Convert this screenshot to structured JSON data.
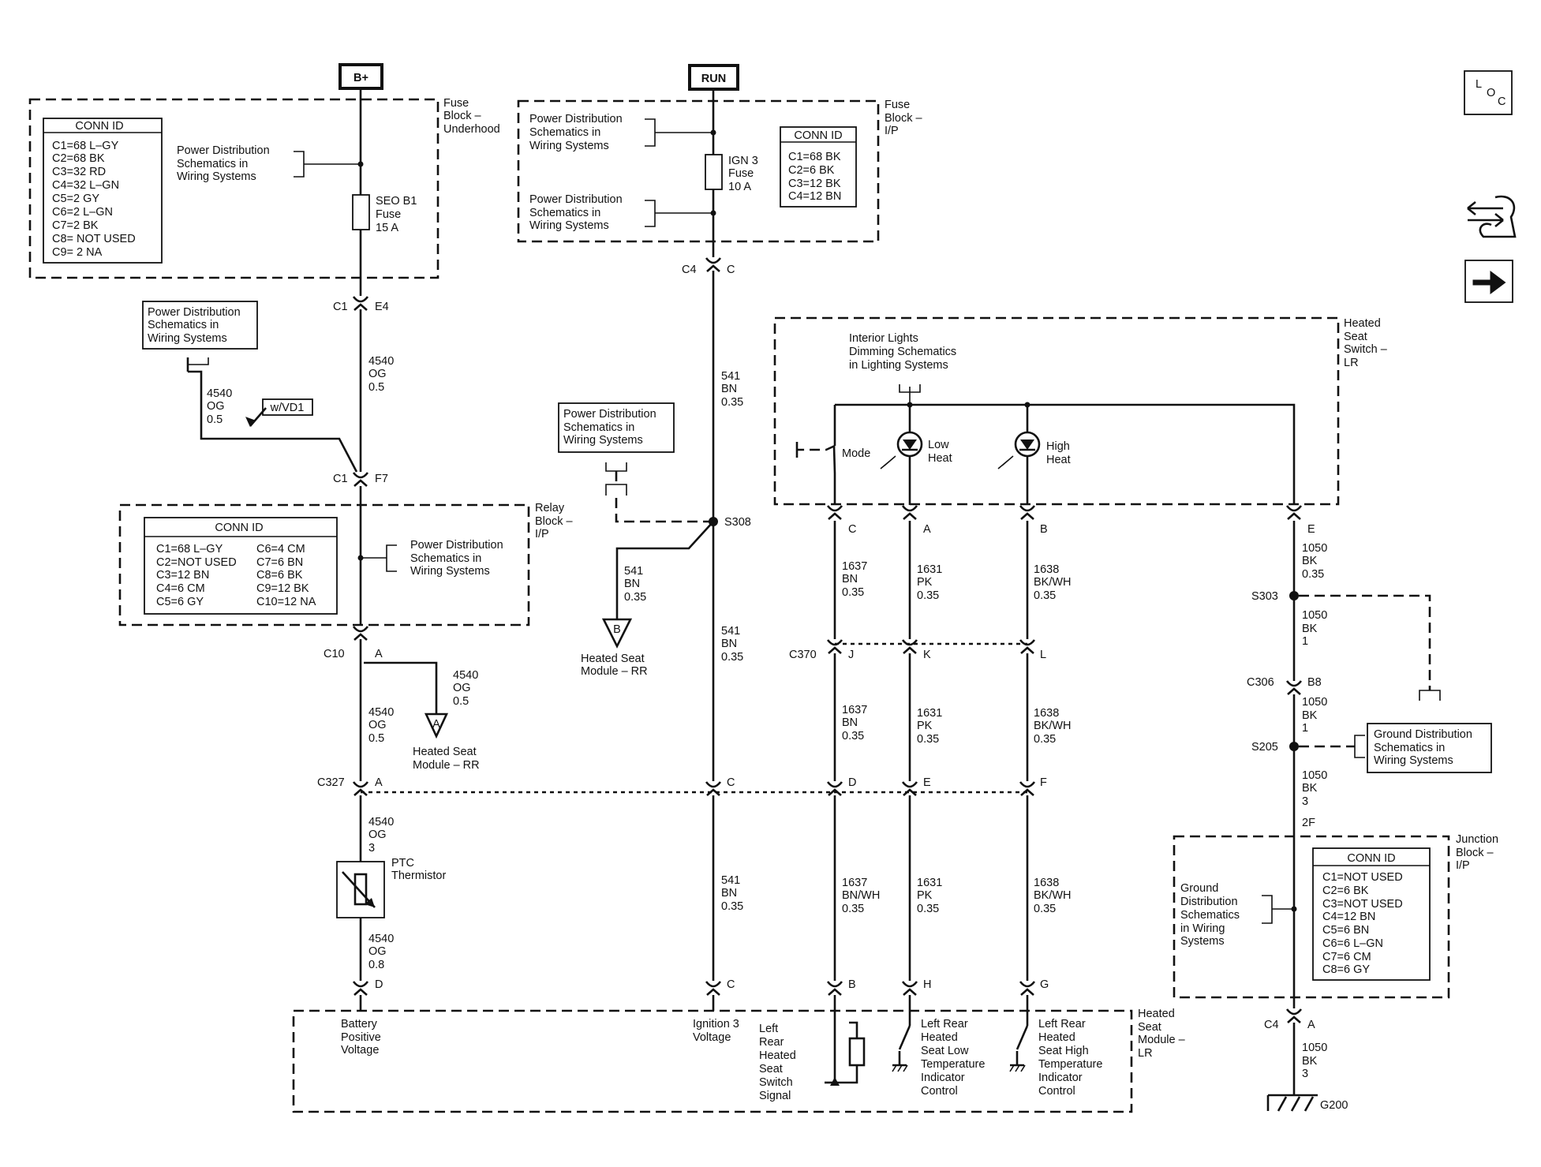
{
  "sources": {
    "bplus": "B+",
    "run": "RUN"
  },
  "loc": {
    "l": "L",
    "o": "O",
    "c": "C"
  },
  "blocks": {
    "fuse_underhood": [
      "Fuse",
      "Block –",
      "Underhood"
    ],
    "fuse_ip": [
      "Fuse",
      "Block –",
      "I/P"
    ],
    "relay_ip": [
      "Relay",
      "Block –",
      "I/P"
    ],
    "heated_seat_switch": [
      "Heated",
      "Seat",
      "Switch –",
      "LR"
    ],
    "junction_ip": [
      "Junction",
      "Block –",
      "I/P"
    ],
    "heated_seat_module": [
      "Heated",
      "Seat",
      "Module –",
      "LR"
    ]
  },
  "conn_tables": {
    "underhood": {
      "title": "CONN ID",
      "rows": [
        "C1=68 L–GY",
        "C2=68 BK",
        "C3=32 RD",
        "C4=32 L–GN",
        "C5=2 GY",
        "C6=2 L–GN",
        "C7=2 BK",
        "C8= NOT USED",
        "C9= 2 NA"
      ]
    },
    "fuse_ip": {
      "title": "CONN ID",
      "rows": [
        "C1=68 BK",
        "C2=6 BK",
        "C3=12 BK",
        "C4=12 BN"
      ]
    },
    "relay_ip": {
      "title": "CONN ID",
      "left": [
        "C1=68 L–GY",
        "C2=NOT USED",
        "C3=12 BN",
        "C4=6 CM",
        "C5=6 GY"
      ],
      "right": [
        "C6=4 CM",
        "C7=6 BN",
        "C8=6 BK",
        "C9=12 BK",
        "C10=12 NA"
      ]
    },
    "junction_ip": {
      "title": "CONN ID",
      "rows": [
        "C1=NOT USED",
        "C2=6 BK",
        "C3=NOT USED",
        "C4=12 BN",
        "C5=6 BN",
        "C6=6 L–GN",
        "C7=6 CM",
        "C8=6 GY"
      ]
    }
  },
  "refs": {
    "power_dist": [
      "Power Distribution",
      "Schematics in",
      "Wiring Systems"
    ],
    "ground_dist": [
      "Ground Distribution",
      "Schematics in",
      "Wiring Systems"
    ],
    "ground_dist_junction": [
      "Ground",
      "Distribution",
      "Schematics",
      "in Wiring",
      "Systems"
    ],
    "interior_lights": [
      "Interior Lights",
      "Dimming Schematics",
      "in Lighting Systems"
    ],
    "option": "w/VD1"
  },
  "fuses": {
    "seo_b1": [
      "SEO B1",
      "Fuse",
      "15 A"
    ],
    "ign3": [
      "IGN 3",
      "Fuse",
      "10 A"
    ]
  },
  "wires": {
    "w4540_05": [
      "4540",
      "OG",
      "0.5"
    ],
    "w4540_3": [
      "4540",
      "OG",
      "3"
    ],
    "w4540_08": [
      "4540",
      "OG",
      "0.8"
    ],
    "w541": [
      "541",
      "BN",
      "0.35"
    ],
    "w1637": [
      "1637",
      "BN",
      "0.35"
    ],
    "w1637wh": [
      "1637",
      "BN/WH",
      "0.35"
    ],
    "w1631": [
      "1631",
      "PK",
      "0.35"
    ],
    "w1638": [
      "1638",
      "BK/WH",
      "0.35"
    ],
    "w1050_035": [
      "1050",
      "BK",
      "0.35"
    ],
    "w1050_1": [
      "1050",
      "BK",
      "1"
    ],
    "w1050_3": [
      "1050",
      "BK",
      "3"
    ]
  },
  "connectors": {
    "c1": "C1",
    "e4": "E4",
    "f7": "F7",
    "c10": "C10",
    "a": "A",
    "b": "B",
    "c": "C",
    "d": "D",
    "e": "E",
    "f": "F",
    "g": "G",
    "h": "H",
    "j": "J",
    "k": "K",
    "l": "L",
    "c4": "C4",
    "c327": "C327",
    "c370": "C370",
    "c306": "C306",
    "b8": "B8",
    "two_f": "2F"
  },
  "splices": {
    "s308": "S308",
    "s303": "S303",
    "s205": "S205",
    "ground": "G200"
  },
  "offpage": {
    "a": "A",
    "b": "B",
    "module_rr": [
      "Heated Seat",
      "Module – RR"
    ]
  },
  "switch": {
    "mode": "Mode",
    "low": [
      "Low",
      "Heat"
    ],
    "high": [
      "High",
      "Heat"
    ]
  },
  "thermistor": [
    "PTC",
    "Thermistor"
  ],
  "module_pins": {
    "battery": [
      "Battery",
      "Positive",
      "Voltage"
    ],
    "ignition": [
      "Ignition 3",
      "Voltage"
    ],
    "switch_signal": [
      "Left",
      "Rear",
      "Heated",
      "Seat",
      "Switch",
      "Signal"
    ],
    "low_ind": [
      "Left Rear",
      "Heated",
      "Seat Low",
      "Temperature",
      "Indicator",
      "Control"
    ],
    "high_ind": [
      "Left Rear",
      "Heated",
      "Seat High",
      "Temperature",
      "Indicator",
      "Control"
    ]
  }
}
